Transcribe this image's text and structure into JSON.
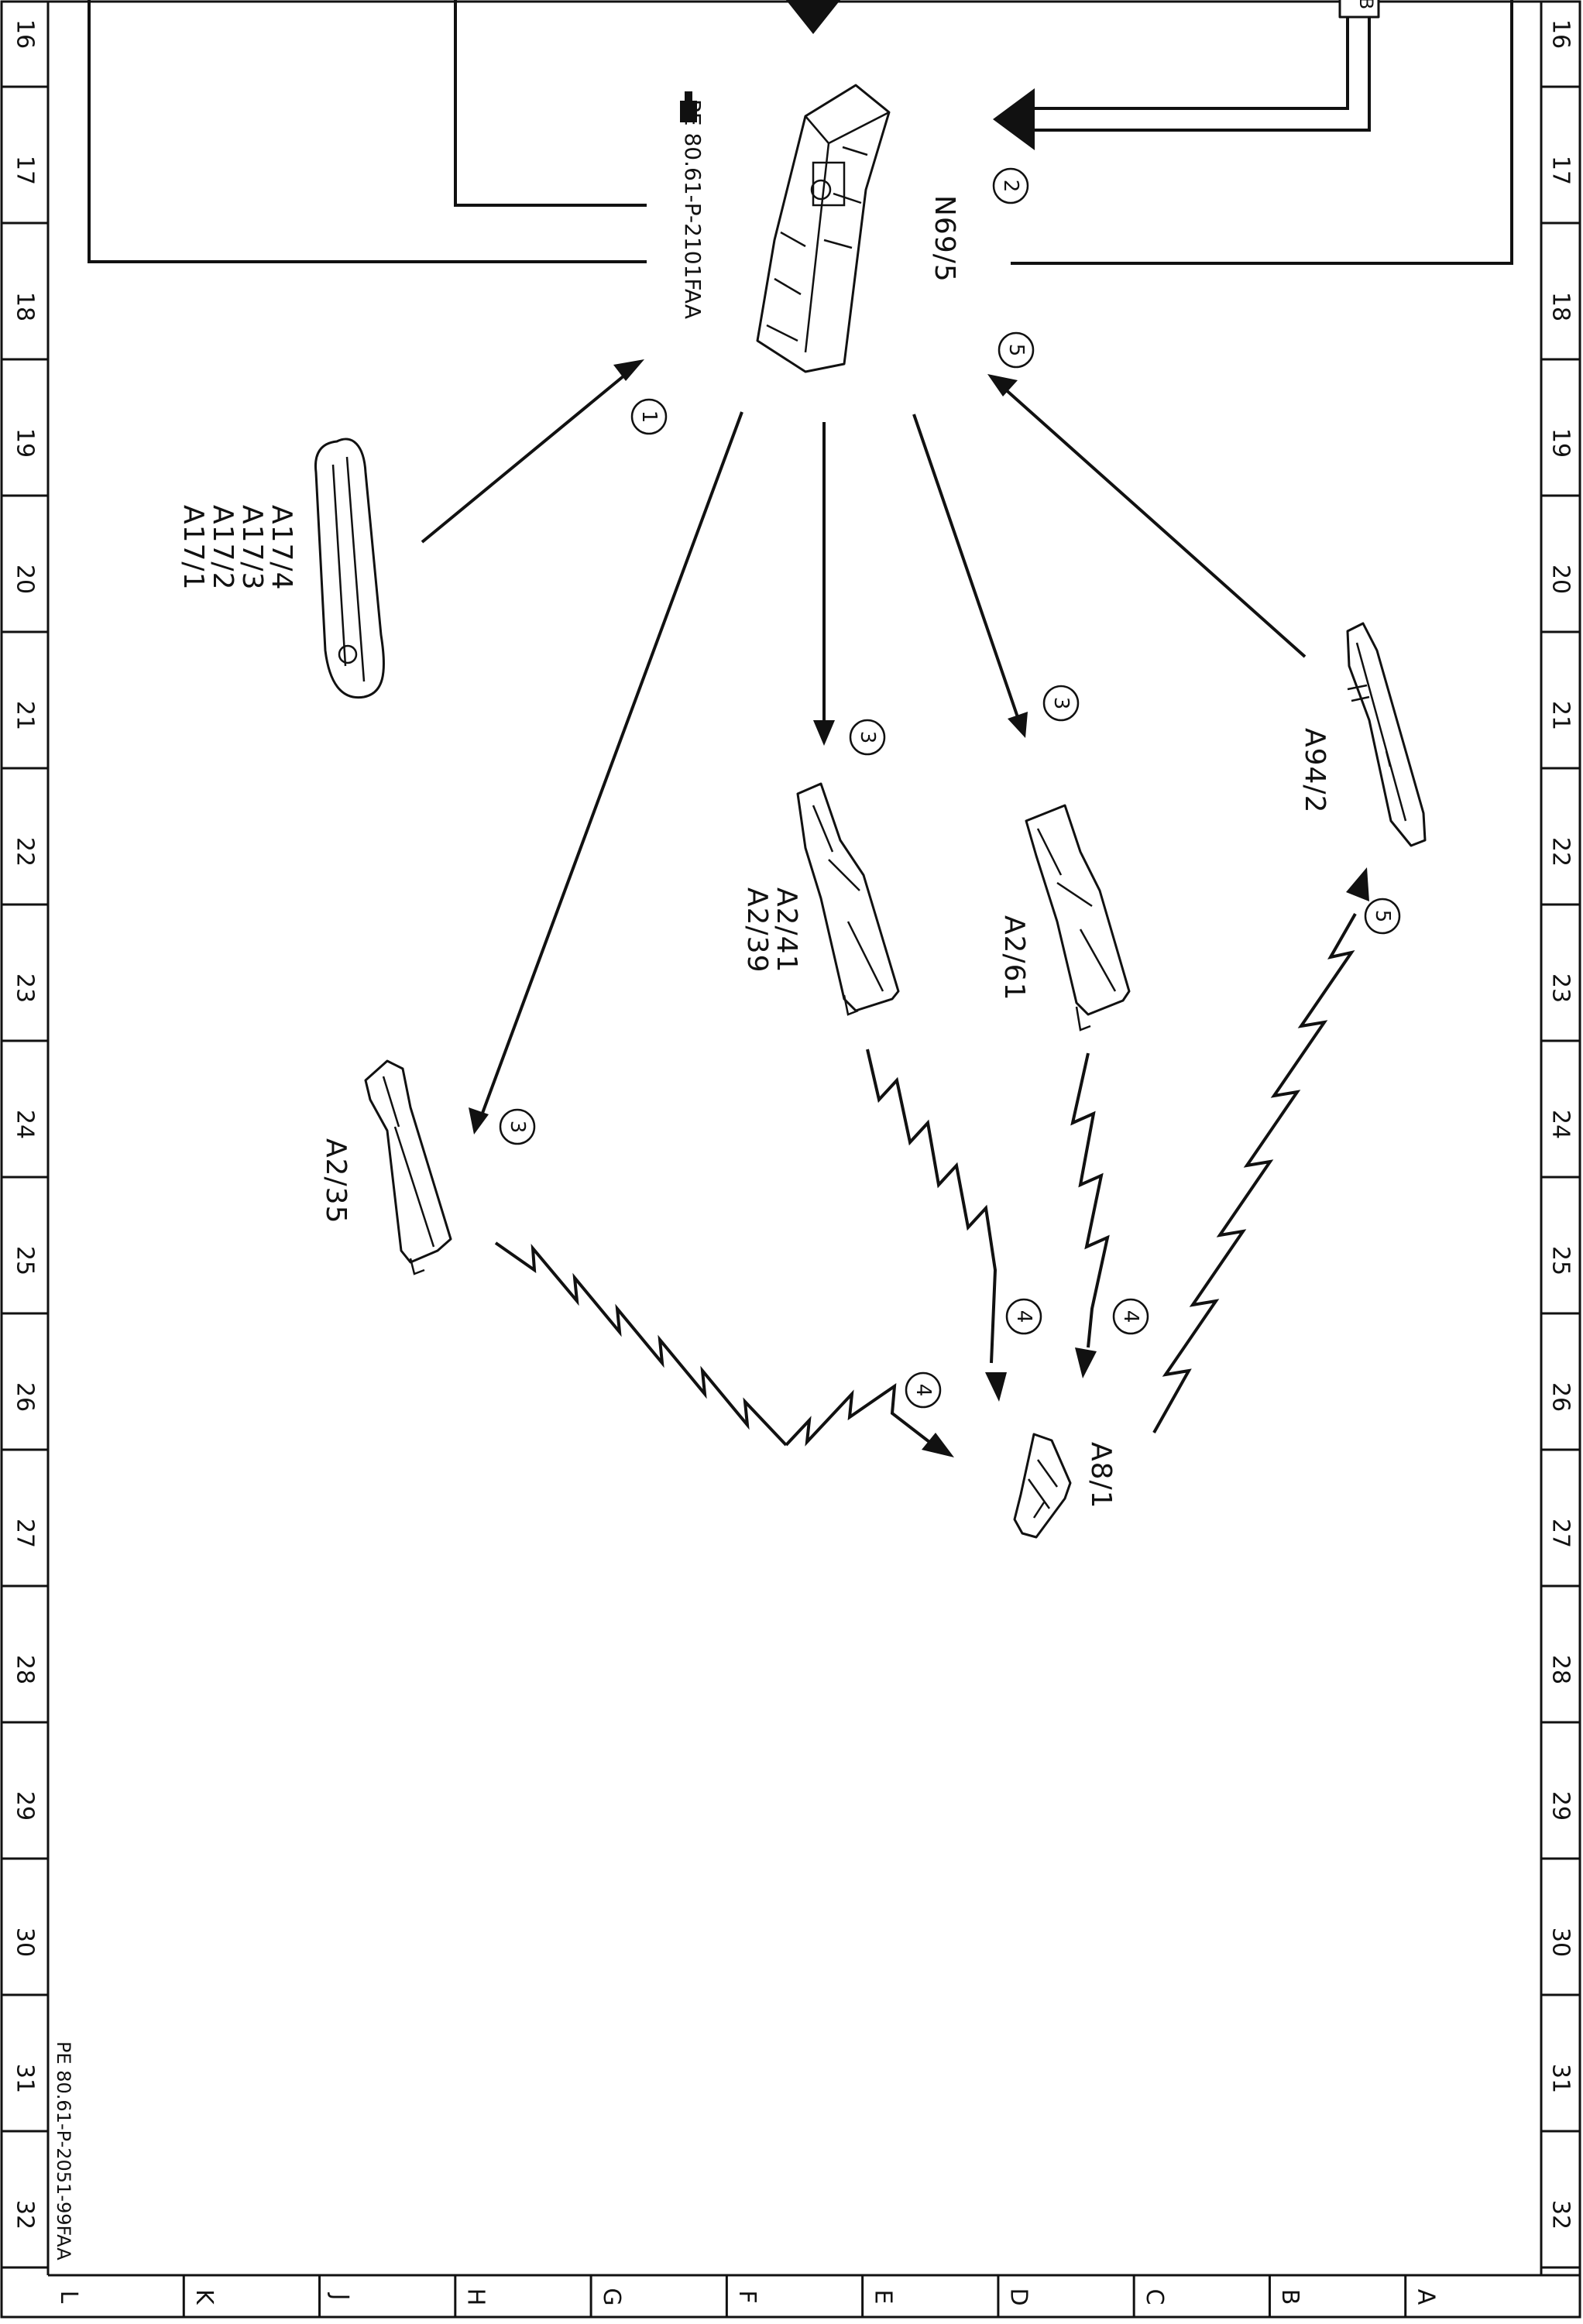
{
  "row_numbers": [
    "16",
    "17",
    "18",
    "19",
    "20",
    "21",
    "22",
    "23",
    "24",
    "25",
    "26",
    "27",
    "28",
    "29",
    "30",
    "31",
    "32"
  ],
  "column_letters": [
    "L",
    "K",
    "J",
    "H",
    "G",
    "F",
    "E",
    "D",
    "C",
    "B",
    "A"
  ],
  "components": {
    "control_unit": "N69/5",
    "handles": [
      "A17/1",
      "A17/2",
      "A17/3",
      "A17/4"
    ],
    "antenna_rear": "A2/35",
    "antenna_center": [
      "A2/39",
      "A2/41"
    ],
    "antenna_d": "A2/61",
    "antenna_trunk": "A94/2",
    "key": "A8/1"
  },
  "references": {
    "control_unit_doc": "PE 80.61-P-2101FAA",
    "drawing_doc": "PE 80.61-P-2051-99FAA"
  },
  "step_markers": {
    "handle_to_unit": "1",
    "bus_input": "2",
    "unit_to_rear": "3",
    "unit_to_center": "3",
    "unit_to_d": "3",
    "rear_to_key": "4",
    "center_to_key": "4",
    "d_to_key": "4",
    "key_to_trunk": "5",
    "trunk_to_unit": "5"
  },
  "partial_label": "B"
}
